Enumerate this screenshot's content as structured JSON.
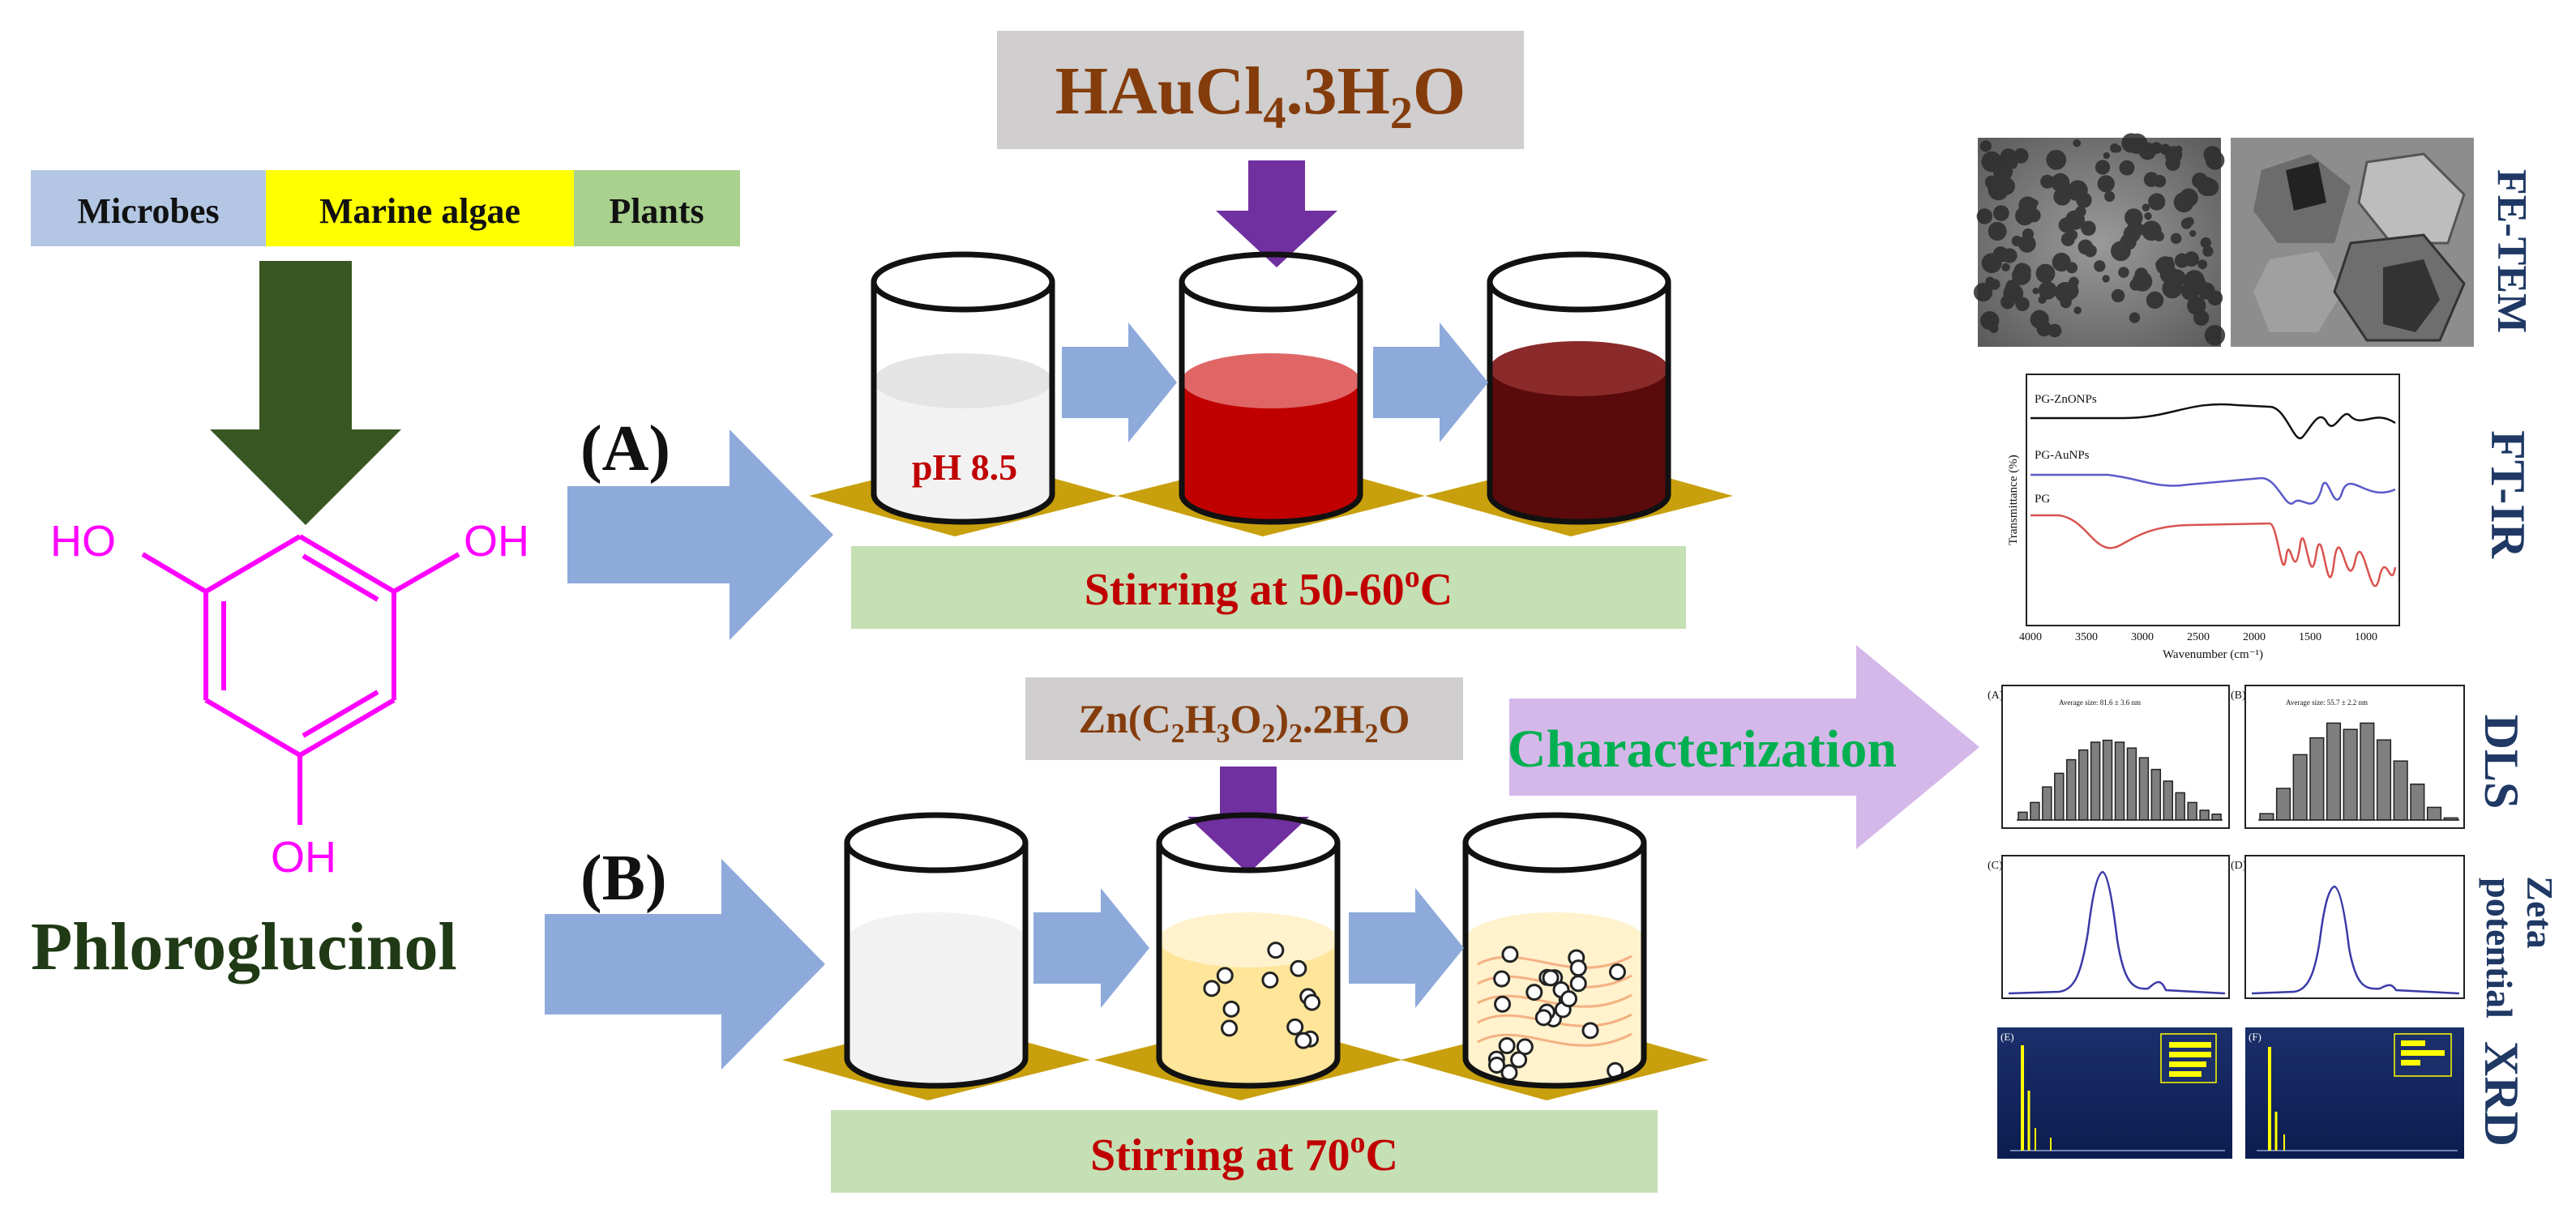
{
  "sources": {
    "items": [
      "Microbes",
      "Marine algae",
      "Plants"
    ],
    "colors": [
      "#b3c7e4",
      "#ffff00",
      "#a9d18e"
    ]
  },
  "molecule": {
    "name": "Phloroglucinol",
    "substituents": [
      "HO",
      "OH",
      "OH"
    ],
    "color": "#ff00ff"
  },
  "route_a": {
    "label": "(A)",
    "reagent": "HAuCl",
    "reagent_sub1": "4",
    "reagent_mid": ".3H",
    "reagent_sub2": "2",
    "reagent_end": "O",
    "ph_label": "pH 8.5",
    "stirring_prefix": "Stirring at 50-60",
    "stirring_sup": "o",
    "stirring_suffix": "C"
  },
  "route_b": {
    "label": "(B)",
    "reagent_parts": [
      "Zn(C",
      "2",
      "H",
      "3",
      "O",
      "2",
      ")",
      "2",
      ".2H",
      "2",
      "O"
    ],
    "stirring_prefix": "Stirring at 70",
    "stirring_sup": "o",
    "stirring_suffix": "C"
  },
  "characterization": {
    "label": "Characterization",
    "methods": [
      "FE-TEM",
      "FT-IR",
      "DLS",
      "Zeta",
      "potential",
      "XRD"
    ]
  },
  "ftir_panel": {
    "series": [
      "PG-ZnONPs",
      "PG-AuNPs",
      "PG"
    ],
    "ylabel": "Transmittance (%)",
    "xlabel": "Wavenumber (cm⁻¹)",
    "ticks": [
      "4000",
      "3500",
      "3000",
      "2500",
      "2000",
      "1500",
      "1000"
    ]
  },
  "dls_panels": {
    "panel_labels": [
      "(A)",
      "(B)"
    ],
    "captions": [
      "Average size: 81.6 ± 3.6 nm",
      "Average size: 55.7 ± 2.2 nm"
    ],
    "heights_a": [
      0.08,
      0.18,
      0.34,
      0.48,
      0.62,
      0.72,
      0.8,
      0.82,
      0.8,
      0.74,
      0.64,
      0.52,
      0.4,
      0.28,
      0.18,
      0.1,
      0.06
    ],
    "heights_b": [
      0.06,
      0.3,
      0.62,
      0.78,
      0.92,
      0.86,
      0.92,
      0.76,
      0.56,
      0.34,
      0.12,
      0.02
    ]
  },
  "zeta_panels": {
    "panel_labels": [
      "(C)",
      "(D)"
    ]
  },
  "xrd_panels": {
    "panel_labels": [
      "(E)",
      "(F)"
    ]
  }
}
